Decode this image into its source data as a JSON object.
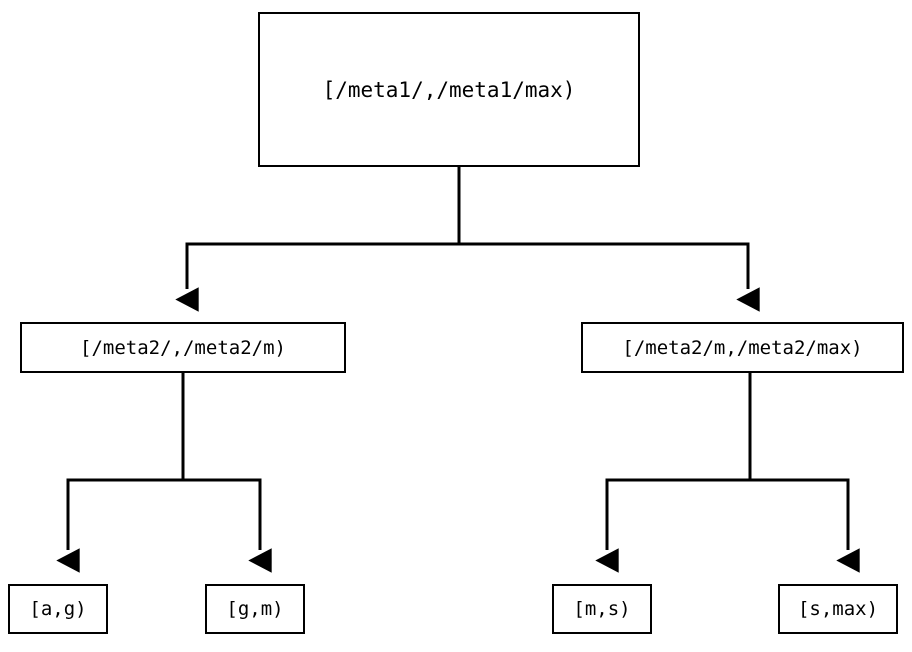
{
  "diagram": {
    "type": "tree",
    "title": "",
    "background_color": "#ffffff",
    "line_color": "#000000",
    "text_color": "#000000",
    "nodes": {
      "root": {
        "label": "[/meta1/,/meta1/max)"
      },
      "mid_left": {
        "label": "[/meta2/,/meta2/m)"
      },
      "mid_right": {
        "label": "[/meta2/m,/meta2/max)"
      },
      "leaf_ag": {
        "label": "[a,g)"
      },
      "leaf_gm": {
        "label": "[g,m)"
      },
      "leaf_ms": {
        "label": "[m,s)"
      },
      "leaf_smax": {
        "label": "[s,max)"
      }
    },
    "edges": [
      {
        "from": "root",
        "to": "mid_left",
        "arrow": "triangle-down"
      },
      {
        "from": "root",
        "to": "mid_right",
        "arrow": "triangle-down"
      },
      {
        "from": "mid_left",
        "to": "leaf_ag",
        "arrow": "triangle-down"
      },
      {
        "from": "mid_left",
        "to": "leaf_gm",
        "arrow": "triangle-down"
      },
      {
        "from": "mid_right",
        "to": "leaf_ms",
        "arrow": "triangle-down"
      },
      {
        "from": "mid_right",
        "to": "leaf_smax",
        "arrow": "triangle-down"
      }
    ]
  }
}
